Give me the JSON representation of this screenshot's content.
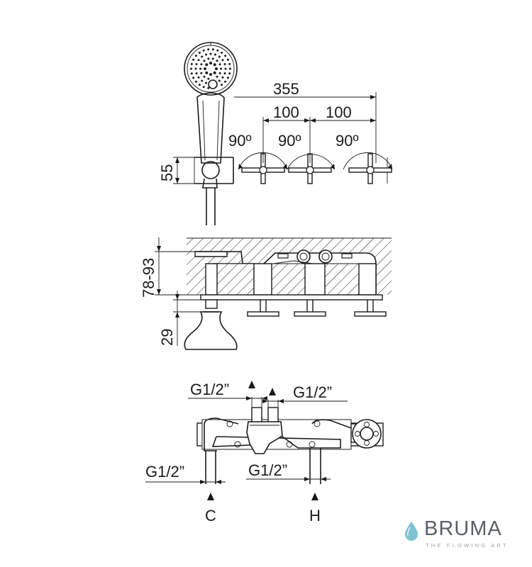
{
  "top_view": {
    "overall_width": "355",
    "spacing_1": "100",
    "spacing_2": "100",
    "angle_1": "90º",
    "angle_2": "90º",
    "angle_3": "90º",
    "height": "55"
  },
  "section_view": {
    "depth_range": "78-93",
    "spout_height": "29"
  },
  "plumbing_view": {
    "top_left_connection": "G1/2”",
    "top_right_connection": "G1/2”",
    "bottom_left_connection": "G1/2”",
    "bottom_right_connection": "G1/2”",
    "cold_label": "C",
    "hot_label": "H"
  },
  "brand": {
    "name": "BRUMA",
    "tagline": "THE FLOWING ART",
    "drop_color": "#7fc3d0",
    "text_color": "#5b6168"
  }
}
